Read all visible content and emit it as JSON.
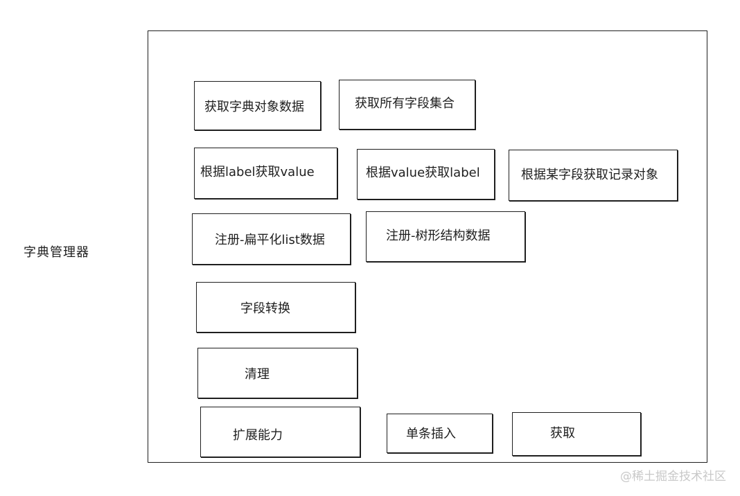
{
  "diagram": {
    "title": "字典管理器",
    "nodes": [
      {
        "id": "get-dict-object",
        "label": "获取字典对象数据"
      },
      {
        "id": "get-all-fields",
        "label": "获取所有字段集合"
      },
      {
        "id": "label-to-value",
        "label": "根据label获取value"
      },
      {
        "id": "value-to-label",
        "label": "根据value获取label"
      },
      {
        "id": "field-to-record",
        "label": "根据某字段获取记录对象"
      },
      {
        "id": "register-flat-list",
        "label": "注册-扁平化list数据"
      },
      {
        "id": "register-tree",
        "label": "注册-树形结构数据"
      },
      {
        "id": "field-convert",
        "label": "字段转换"
      },
      {
        "id": "cleanup",
        "label": "清理"
      },
      {
        "id": "extension",
        "label": "扩展能力"
      },
      {
        "id": "single-insert",
        "label": "单条插入"
      },
      {
        "id": "get",
        "label": "获取"
      }
    ]
  },
  "watermark": "@稀土掘金技术社区"
}
